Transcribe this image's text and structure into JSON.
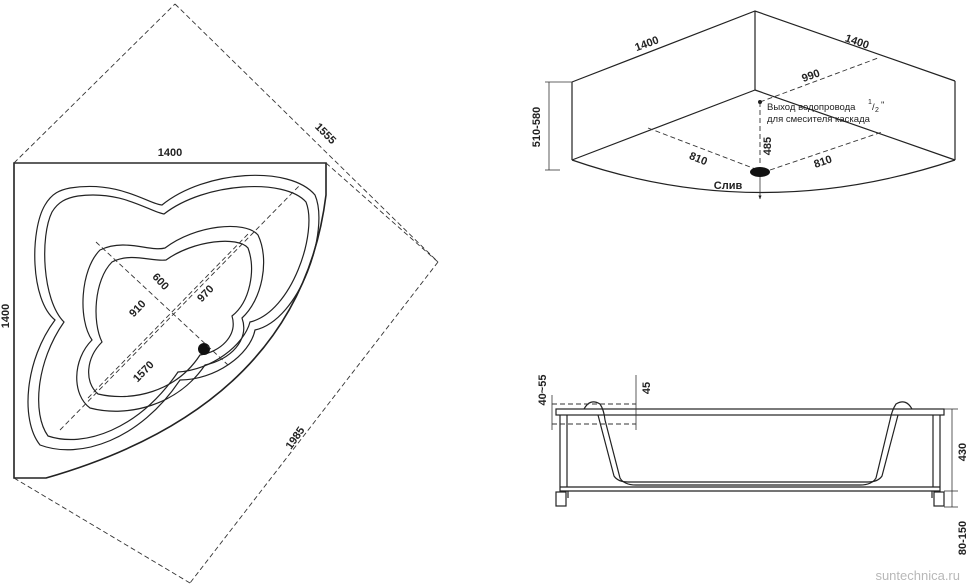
{
  "plan_view": {
    "side_top": "1400",
    "side_left": "1400",
    "diagonal_outer": "1555",
    "diagonal_long": "1985",
    "inner_600": "600",
    "inner_910": "910",
    "inner_970": "970",
    "inner_1570": "1570"
  },
  "iso_view": {
    "side_left": "1400",
    "side_right": "1400",
    "depth_990": "990",
    "height_range": "510-580",
    "water_outlet_line1": "Выход водопровода",
    "water_outlet_fraction_num": "1",
    "water_outlet_fraction_den": "2",
    "water_outlet_mark": "\"",
    "water_outlet_line2": "для смесителя каскада",
    "dim_485": "485",
    "dim_810_left": "810",
    "dim_810_right": "810",
    "drain_label": "Слив"
  },
  "side_view": {
    "rim_range": "40~55",
    "rim_45": "45",
    "height_430": "430",
    "legs_range": "80-150"
  },
  "watermark": "suntechnica.ru"
}
